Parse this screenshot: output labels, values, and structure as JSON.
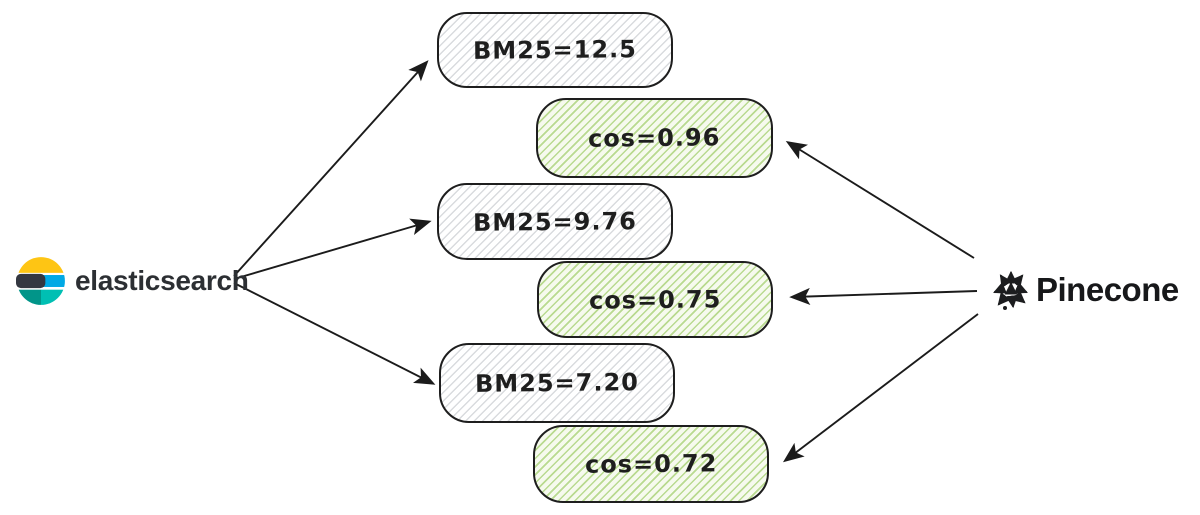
{
  "diagram": {
    "description": "Hand-drawn comparison of lexical vs vector search scores",
    "nodes": {
      "elasticsearch": {
        "label": "elasticsearch",
        "icon": "elasticsearch-logo"
      },
      "pinecone": {
        "label": "Pinecone",
        "icon": "pinecone-logo"
      }
    },
    "boxes": [
      {
        "id": "bm25-1",
        "label": "BM25=12.5",
        "kind": "bm25",
        "score": 12.5
      },
      {
        "id": "cos-1",
        "label": "cos=0.96",
        "kind": "cos",
        "score": 0.96
      },
      {
        "id": "bm25-2",
        "label": "BM25=9.76",
        "kind": "bm25",
        "score": 9.76
      },
      {
        "id": "cos-2",
        "label": "cos=0.75",
        "kind": "cos",
        "score": 0.75
      },
      {
        "id": "bm25-3",
        "label": "BM25=7.20",
        "kind": "bm25",
        "score": 7.2
      },
      {
        "id": "cos-3",
        "label": "cos=0.72",
        "kind": "cos",
        "score": 0.72
      }
    ],
    "edges": [
      {
        "from": "elasticsearch",
        "to": "bm25-1"
      },
      {
        "from": "elasticsearch",
        "to": "bm25-2"
      },
      {
        "from": "elasticsearch",
        "to": "bm25-3"
      },
      {
        "from": "pinecone",
        "to": "cos-1"
      },
      {
        "from": "pinecone",
        "to": "cos-2"
      },
      {
        "from": "pinecone",
        "to": "cos-3"
      }
    ],
    "colors": {
      "stroke": "#1e1e1e",
      "arrow": "#1b1b1b",
      "bm25_hatch": "#d9dbde",
      "bm25_fill": "#ffffff",
      "cos_hatch": "#b9da90",
      "cos_fill": "#f6faee",
      "elastic_yellow": "#fec514",
      "elastic_dark": "#343741",
      "elastic_blue": "#00a9e5",
      "elastic_teal_light": "#00bfb3",
      "elastic_teal_dark": "#019589",
      "pinecone_black": "#1c1d1f"
    }
  }
}
